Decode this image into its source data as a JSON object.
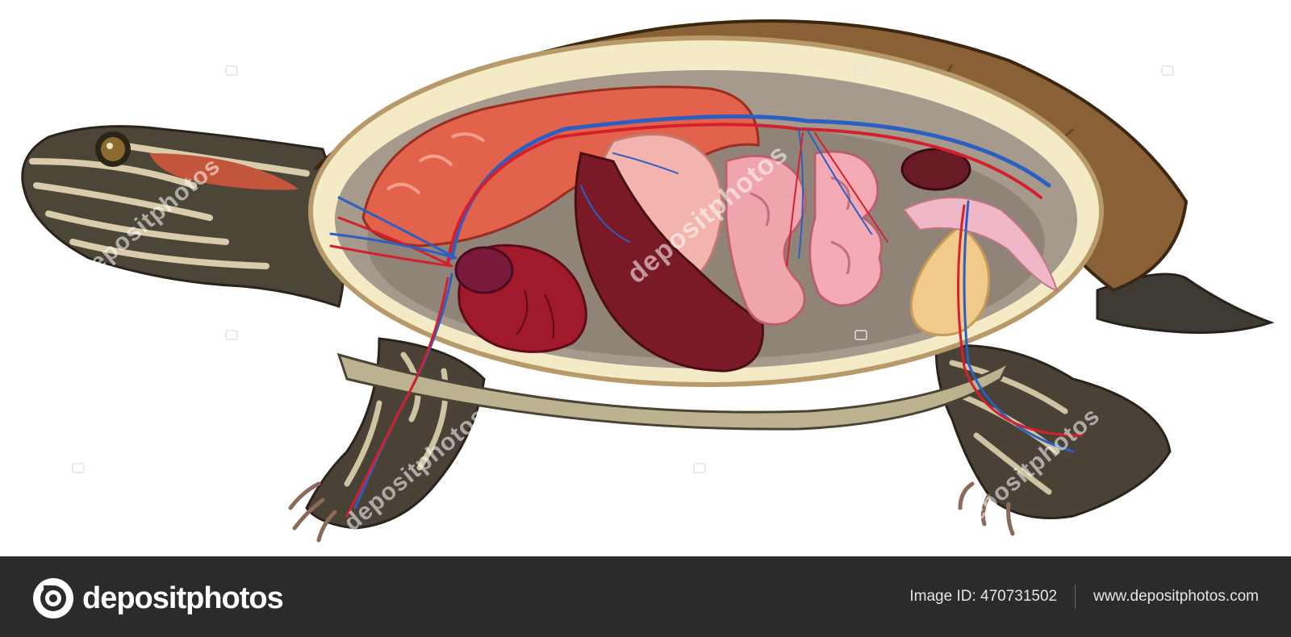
{
  "watermark": {
    "text": "depositphotos"
  },
  "footer": {
    "brand_name": "depositphotos",
    "image_id": "Image ID: 470731502",
    "site_url": "www.depositphotos.com"
  }
}
